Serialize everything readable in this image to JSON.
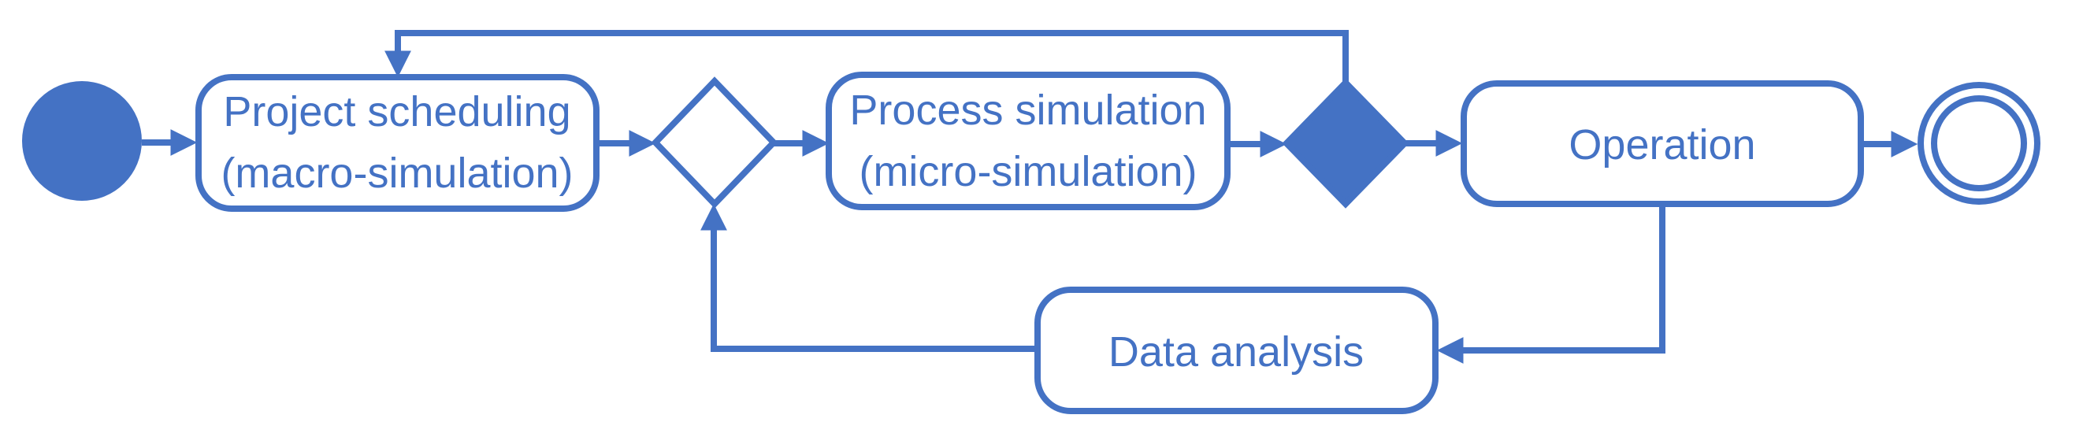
{
  "diagram": {
    "type": "flowchart",
    "accent_color": "#4472C4",
    "background_color": "#ffffff",
    "nodes": {
      "start_event": {
        "kind": "start-event-filled-circle",
        "label": ""
      },
      "project_scheduling": {
        "kind": "task",
        "line1": "Project scheduling",
        "line2": "(macro-simulation)"
      },
      "merge_gateway": {
        "kind": "gateway-diamond-empty",
        "label": ""
      },
      "process_simulation": {
        "kind": "task",
        "line1": "Process simulation",
        "line2": "(micro-simulation)"
      },
      "split_gateway": {
        "kind": "gateway-diamond-filled",
        "label": ""
      },
      "operation": {
        "kind": "task",
        "label": "Operation"
      },
      "end_event": {
        "kind": "end-event-double-circle",
        "label": ""
      },
      "data_analysis": {
        "kind": "task",
        "label": "Data analysis"
      }
    },
    "edges": [
      {
        "from": "start_event",
        "to": "project_scheduling"
      },
      {
        "from": "project_scheduling",
        "to": "merge_gateway"
      },
      {
        "from": "merge_gateway",
        "to": "process_simulation"
      },
      {
        "from": "process_simulation",
        "to": "split_gateway"
      },
      {
        "from": "split_gateway",
        "to": "operation"
      },
      {
        "from": "operation",
        "to": "end_event"
      },
      {
        "from": "split_gateway",
        "to": "project_scheduling",
        "kind": "loop-back-top"
      },
      {
        "from": "operation",
        "to": "data_analysis",
        "kind": "down-then-left"
      },
      {
        "from": "data_analysis",
        "to": "merge_gateway",
        "kind": "left-then-up"
      }
    ]
  }
}
